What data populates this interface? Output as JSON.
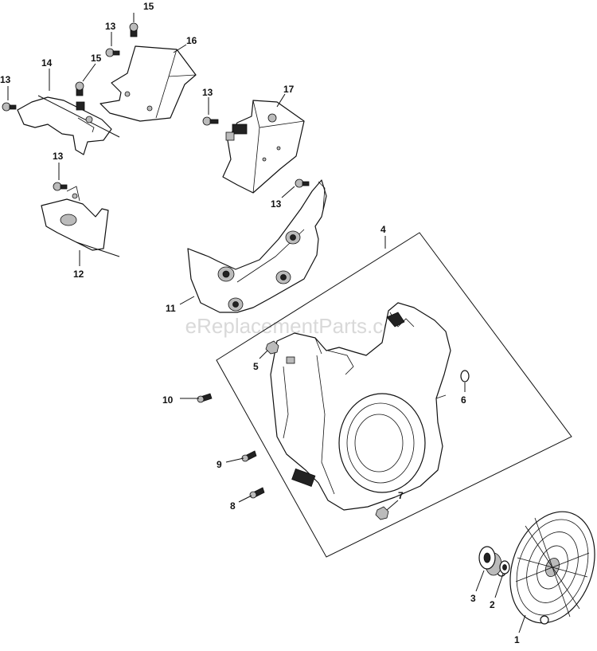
{
  "watermark": "eReplacementParts.com",
  "labels": {
    "p1": "1",
    "p2": "2",
    "p3": "3",
    "p4": "4",
    "p5": "5",
    "p6": "6",
    "p7": "7",
    "p8": "8",
    "p9": "9",
    "p10": "10",
    "p11": "11",
    "p12": "12",
    "p13a": "13",
    "p13b": "13",
    "p13c": "13",
    "p13d": "13",
    "p13e": "13",
    "p14": "14",
    "p15a": "15",
    "p15b": "15",
    "p16": "16",
    "p17": "17"
  }
}
